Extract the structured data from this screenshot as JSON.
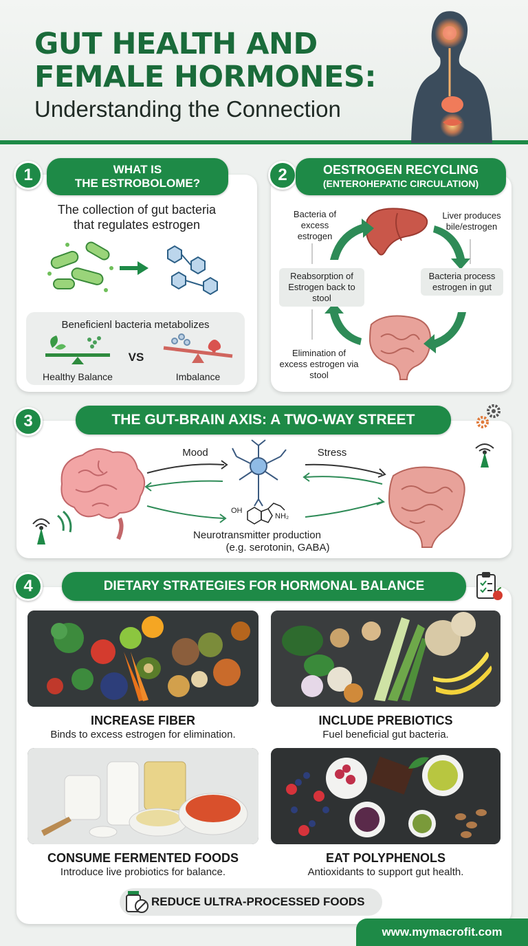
{
  "header": {
    "title_main": "GUT HEALTH AND FEMALE HORMONES:",
    "title_sub": "Understanding the Connection"
  },
  "section1": {
    "number": "1",
    "title_line1": "WHAT IS",
    "title_line2": "THE ESTROBOLOME?",
    "description_line1": "The collection of gut bacteria",
    "description_line2": "that regulates estrogen",
    "box_title": "Beneficienl bacteria metabolizes",
    "healthy_label": "Healthy Balance",
    "vs_label": "VS",
    "imbalance_label": "Imbalance"
  },
  "section2": {
    "number": "2",
    "title_line1": "OESTROGEN RECYCLING",
    "title_line2": "(ENTEROHEPATIC CIRCULATION)",
    "label_bacteria_excess": "Bacteria of excess estrogen",
    "label_liver": "Liver produces bile/estrogen",
    "label_reabsorption": "Reabsorption of Estrogen back to stool",
    "label_process": "Bacteria process estrogen in gut",
    "label_elimination": "Elimination of excess estrogen via stool"
  },
  "section3": {
    "number": "3",
    "title": "THE GUT-BRAIN AXIS: A TWO-WAY STREET",
    "mood": "Mood",
    "stress": "Stress",
    "neuro_line1": "Neurotransmitter production",
    "neuro_line2": "(e.g. serotonin, GABA)",
    "molecule_oh": "OH",
    "molecule_nh2": "NH₂"
  },
  "section4": {
    "number": "4",
    "title": "DIETARY STRATEGIES FOR HORMONAL BALANCE",
    "items": [
      {
        "title": "INCREASE FIBER",
        "subtitle": "Binds to excess estrogen for elimination."
      },
      {
        "title": "INCLUDE PREBIOTICS",
        "subtitle": "Fuel beneficial gut bacteria."
      },
      {
        "title": "CONSUME FERMENTED FOODS",
        "subtitle": "Introduce live probiotics for balance."
      },
      {
        "title": "EAT POLYPHENOLS",
        "subtitle": "Antioxidants to support gut health."
      }
    ],
    "reduce_label": "REDUCE ULTRA-PROCESSED FOODS"
  },
  "footer": {
    "website": "www.mymacrofit.com"
  },
  "colors": {
    "brand_green": "#1e8a47",
    "title_green": "#1a6b3a",
    "organ_pink": "#e59a95",
    "arrow_green": "#2e8b57"
  },
  "icons": [
    "female-silhouette-icon",
    "bacteria-icon",
    "estrogen-molecule-icon",
    "liver-icon",
    "intestine-icon",
    "brain-icon",
    "neuron-icon",
    "gear-icon",
    "signal-icon",
    "clipboard-icon",
    "jar-icon"
  ]
}
